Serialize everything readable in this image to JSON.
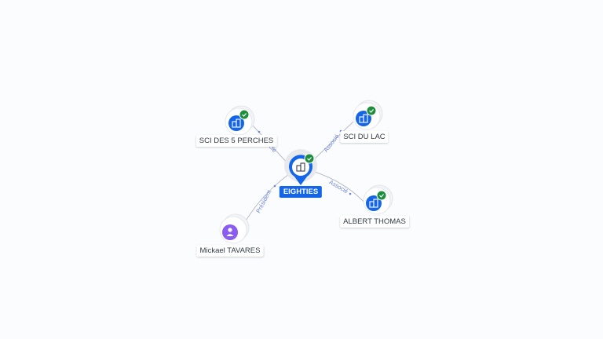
{
  "colors": {
    "company": "#1565e8",
    "person": "#8a5cf0",
    "verified": "#1e8e3e",
    "edge": "#b8bec8",
    "edge_label": "#6f86d8"
  },
  "icons": {
    "company": "building-icon",
    "person": "user-icon",
    "verified": "check-badge-icon"
  },
  "center": {
    "label": "EIGHTIES"
  },
  "nodes": [
    {
      "id": "sci5",
      "label": "SCI DES 5 PERCHES",
      "kind": "company",
      "verified": true
    },
    {
      "id": "scilac",
      "label": "SCI DU LAC",
      "kind": "company",
      "verified": true
    },
    {
      "id": "albert",
      "label": "ALBERT THOMAS",
      "kind": "company",
      "verified": true
    },
    {
      "id": "mickael",
      "label": "Mickael TAVARES",
      "kind": "person",
      "verified": false
    }
  ],
  "edges": [
    {
      "to": "sci5",
      "label": "Associé"
    },
    {
      "to": "scilac",
      "label": "Associé"
    },
    {
      "to": "albert",
      "label": "Associé"
    },
    {
      "to": "mickael",
      "label": "Président"
    }
  ]
}
